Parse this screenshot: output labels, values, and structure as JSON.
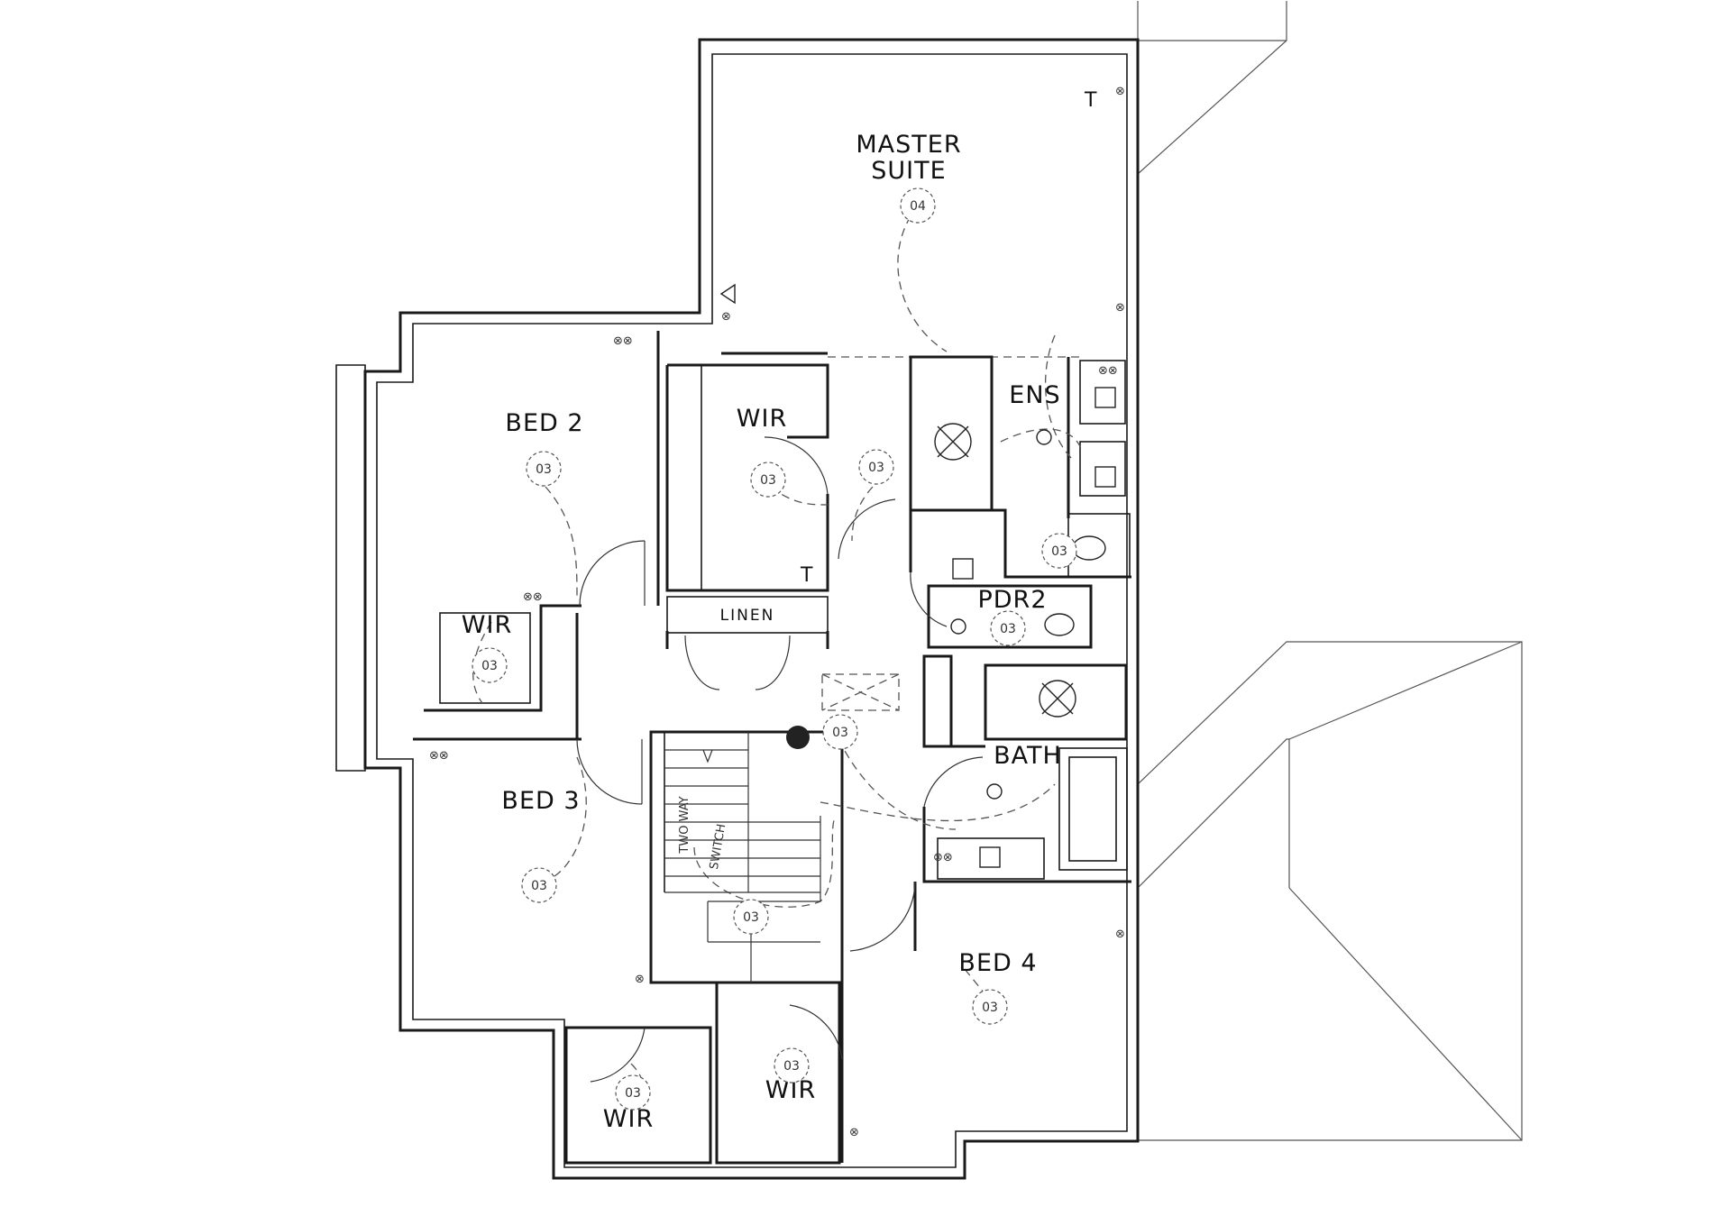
{
  "rooms": {
    "master_line1": "MASTER",
    "master_line2": "SUITE",
    "bed2": "BED 2",
    "bed3": "BED 3",
    "bed4": "BED 4",
    "wir_center": "WIR",
    "wir_bed2": "WIR",
    "wir_bed3": "WIR",
    "wir_bed4": "WIR",
    "ens": "ENS",
    "pdr2": "PDR2",
    "bath": "BATH",
    "linen": "LINEN"
  },
  "stair": {
    "line1": "TWO WAY",
    "line2": "SWITCH"
  },
  "tags": {
    "master": "04",
    "bed2": "03",
    "wir_bed2": "03",
    "wir_center": "03",
    "hall_right": "03",
    "ens": "03",
    "pdr2": "03",
    "hall": "03",
    "bed3": "03",
    "stair": "03",
    "bed4": "03",
    "wir_bed3": "03",
    "wir_bed4": "03"
  }
}
